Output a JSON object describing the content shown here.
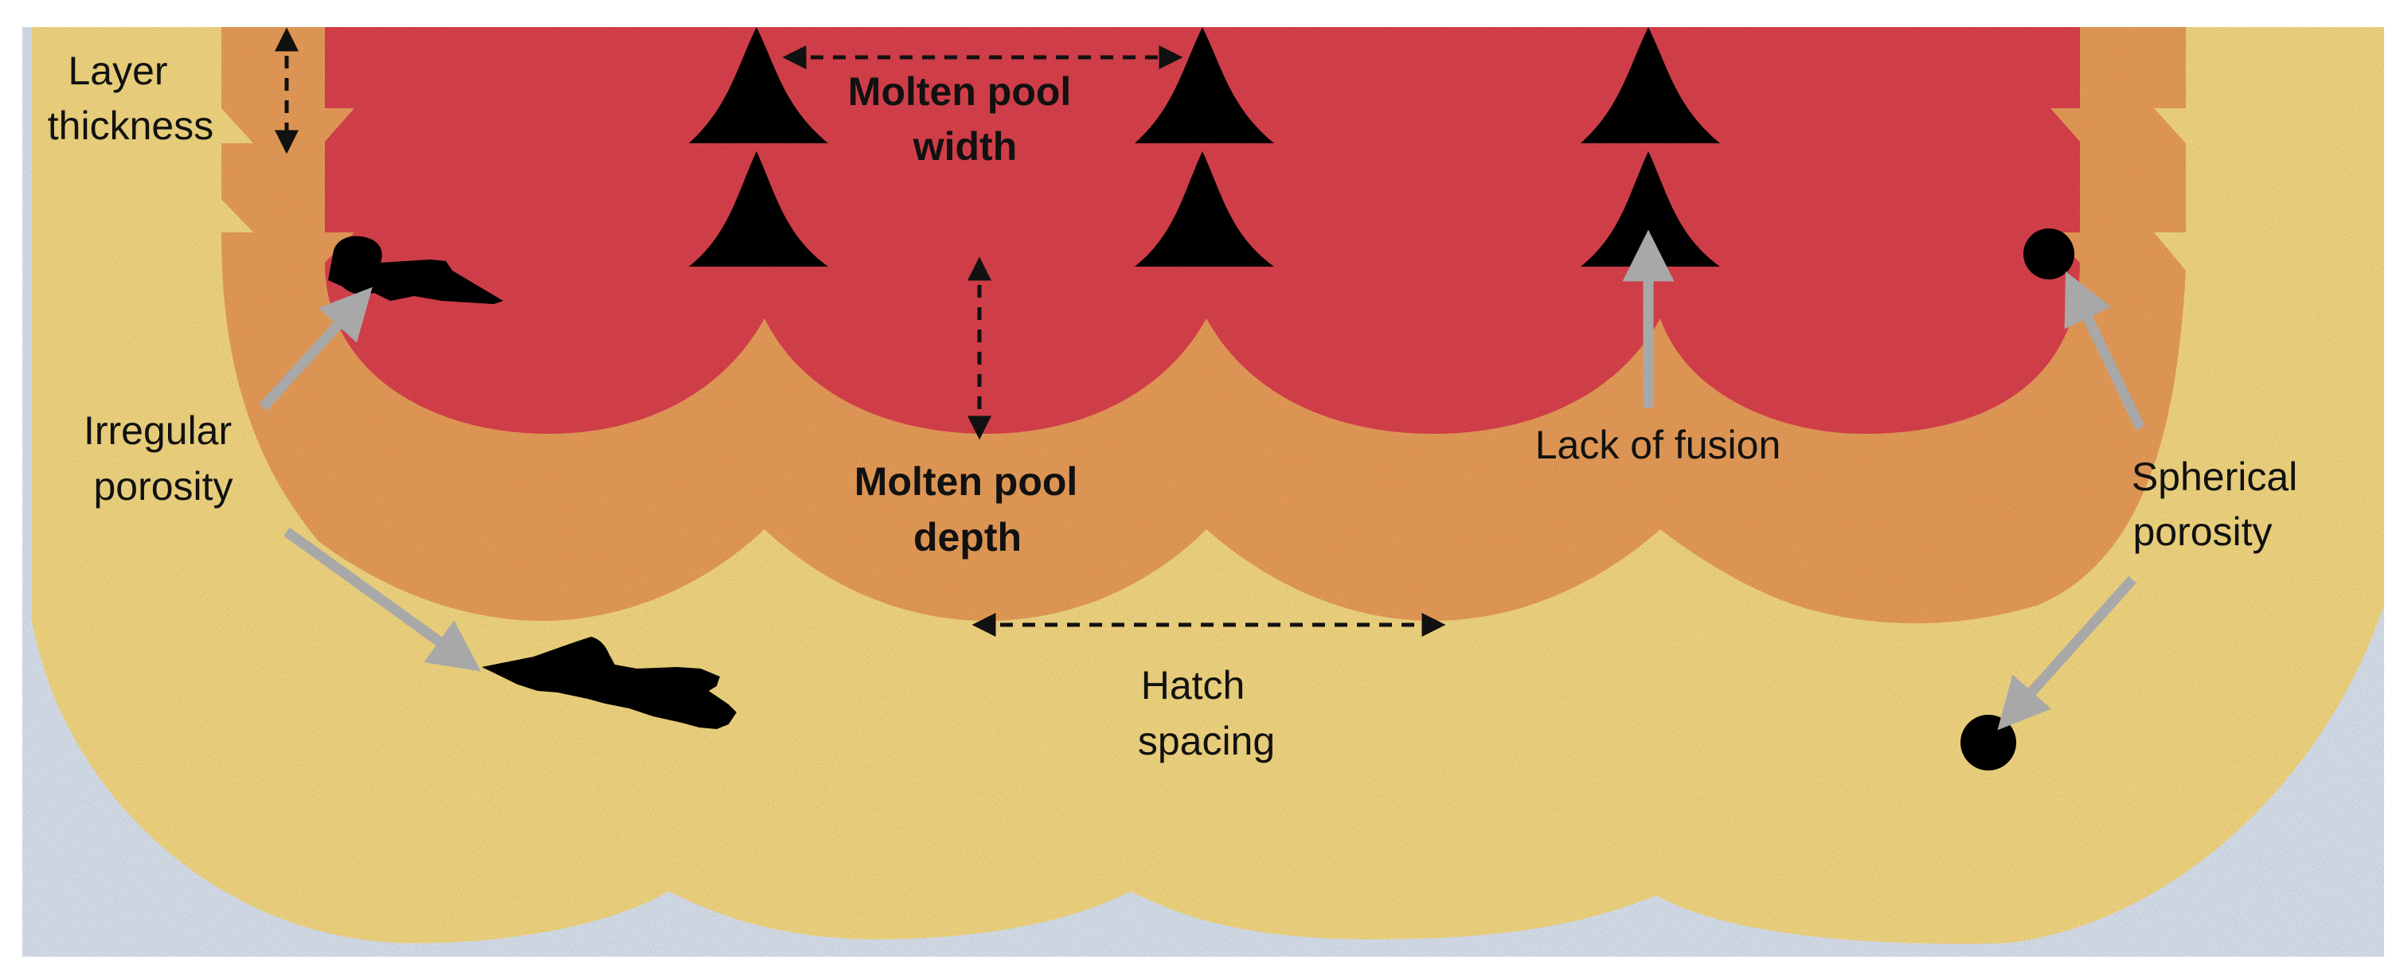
{
  "labels": {
    "layer_thickness": [
      "Layer",
      "thickness"
    ],
    "pool_width": [
      "Molten pool",
      "width"
    ],
    "pool_depth": [
      "Molten pool",
      "depth"
    ],
    "hatch_spacing": [
      "Hatch",
      "spacing"
    ],
    "lack_of_fusion": "Lack of fusion",
    "irregular_porosity": [
      "Irregular",
      "porosity"
    ],
    "spherical_porosity": [
      "Spherical",
      "porosity"
    ]
  },
  "colors": {
    "background": "#ffffff",
    "substrate_blue": "#dde6f2",
    "heat_affected_yellow": "#f8dc84",
    "remelted_orange": "#eda05b",
    "molten_pool_red": "#df4450",
    "defect_black": "#000000",
    "arrow_gray": "#a8a8a8",
    "dimension_line": "#111111"
  }
}
